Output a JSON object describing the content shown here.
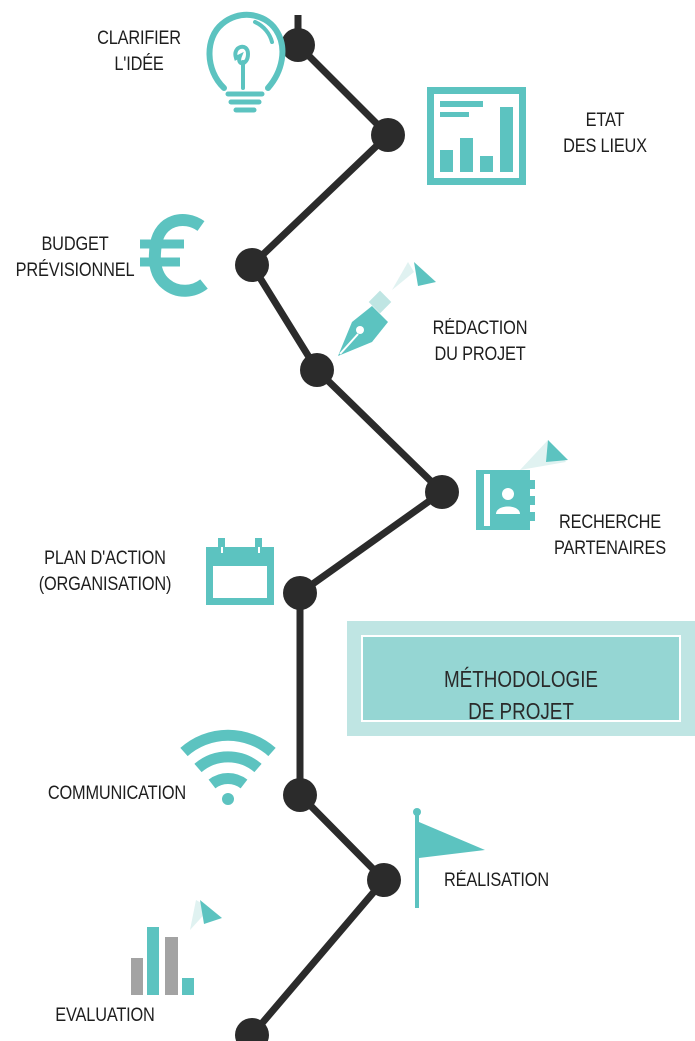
{
  "title": {
    "line1": "MÉTHODOLOGIE",
    "line2": "DE PROJET"
  },
  "colors": {
    "path": "#2b2b2b",
    "accent": "#5cc3c0",
    "accent_light": "#95d6d3",
    "gray": "#a3a3a3"
  },
  "steps": [
    {
      "line1": "CLARIFIER",
      "line2": "L'IDÉE",
      "icon": "lightbulb-icon"
    },
    {
      "line1": "ETAT",
      "line2": "DES LIEUX",
      "icon": "bar-chart-icon"
    },
    {
      "line1": "BUDGET",
      "line2": "PRÉVISIONNEL",
      "icon": "euro-icon"
    },
    {
      "line1": "RÉDACTION",
      "line2": "DU PROJET",
      "icon": "pen-nib-icon"
    },
    {
      "line1": "RECHERCHE",
      "line2": "PARTENAIRES",
      "icon": "contact-book-icon"
    },
    {
      "line1": "PLAN D'ACTION",
      "line2": "(ORGANISATION)",
      "icon": "calendar-icon"
    },
    {
      "line1": "COMMUNICATION",
      "icon": "wifi-icon"
    },
    {
      "line1": "RÉALISATION",
      "icon": "flag-icon"
    },
    {
      "line1": "EVALUATION",
      "icon": "evaluation-chart-icon"
    }
  ]
}
